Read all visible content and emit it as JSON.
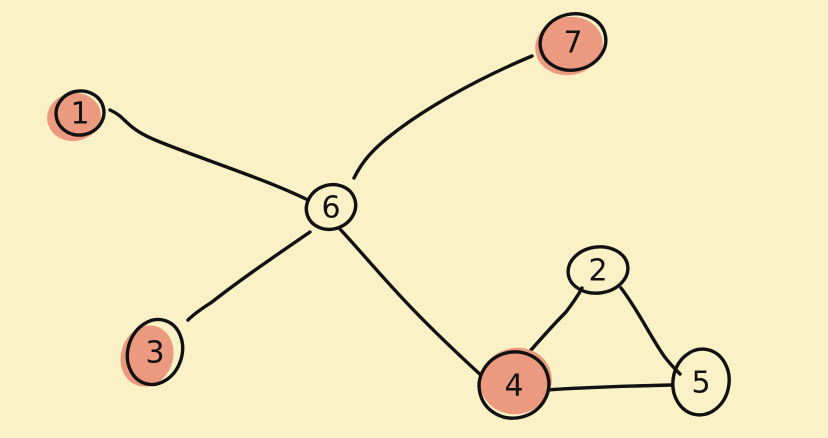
{
  "graph": {
    "colors": {
      "background": "#fbf1c6",
      "ink": "#111111",
      "highlight": "#ec9a7f"
    },
    "nodes": [
      {
        "id": "n1",
        "label": "1",
        "highlighted": true
      },
      {
        "id": "n2",
        "label": "2",
        "highlighted": false
      },
      {
        "id": "n3",
        "label": "3",
        "highlighted": true
      },
      {
        "id": "n4",
        "label": "4",
        "highlighted": true
      },
      {
        "id": "n5",
        "label": "5",
        "highlighted": false
      },
      {
        "id": "n6",
        "label": "6",
        "highlighted": false
      },
      {
        "id": "n7",
        "label": "7",
        "highlighted": true
      }
    ],
    "edges": [
      {
        "from": "n1",
        "to": "n6"
      },
      {
        "from": "n7",
        "to": "n6"
      },
      {
        "from": "n3",
        "to": "n6"
      },
      {
        "from": "n6",
        "to": "n4"
      },
      {
        "from": "n4",
        "to": "n2"
      },
      {
        "from": "n2",
        "to": "n5"
      },
      {
        "from": "n4",
        "to": "n5"
      }
    ]
  }
}
